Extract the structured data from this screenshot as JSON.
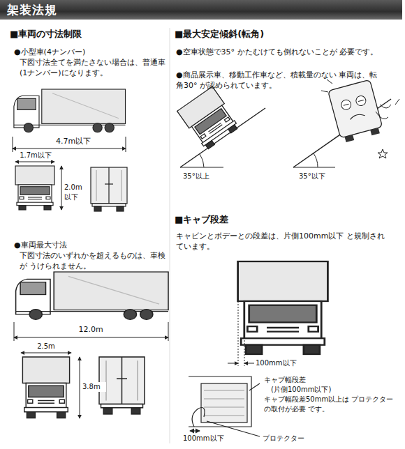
{
  "diagram": {
    "title": "架装法規",
    "labels": [
      "■車両の寸法制限",
      "●小型車(4ナンバー)",
      "下図寸法全てを満たさない場合は、普通車 (1ナンバー)になります。",
      "4.7m以下",
      "1.7m以下",
      "2.0m以下",
      "●車両最大寸法",
      "下図寸法のいずれかを超えるものは、車検が うけられません。",
      "12.0m",
      "2.5m",
      "3.8m",
      "■最大安定傾斜(転角)",
      "●空車状態で35° かたむけても倒れないことが 必要です。",
      "●商品展示車、移動工作車など、積載量のない 車両は、転角30° が認められています。",
      "35°以上",
      "35°以下",
      "■キャブ段差",
      "キャビンとボデーとの段差は、片側100mm以下 と規制されています。",
      "100mm以下",
      "キャブ幅段差",
      "(片側100mm以下)",
      "キャブ幅段差50mm以上は プロテクターの取付が必要 です。",
      "100mm以下",
      "プロテクター"
    ]
  }
}
